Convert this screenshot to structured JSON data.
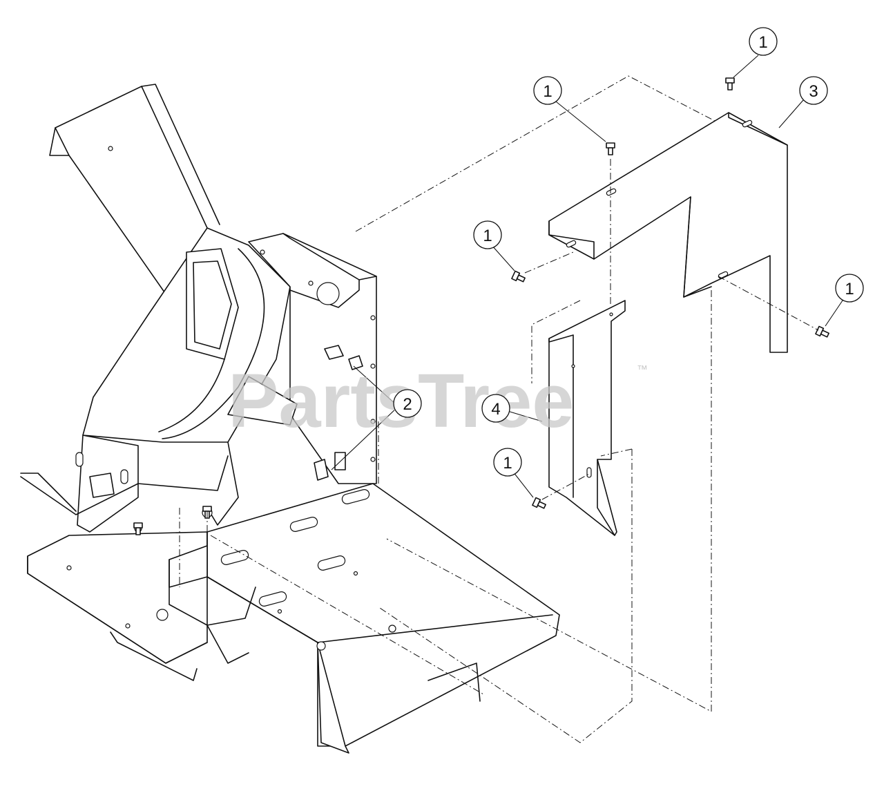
{
  "watermark": {
    "text": "PartsTree",
    "trademark": "™",
    "color": "#c8c8c8"
  },
  "callouts": [
    {
      "id": "c1",
      "label": "1"
    },
    {
      "id": "c2",
      "label": "1"
    },
    {
      "id": "c3",
      "label": "3"
    },
    {
      "id": "c4",
      "label": "1"
    },
    {
      "id": "c5",
      "label": "1"
    },
    {
      "id": "c6",
      "label": "2"
    },
    {
      "id": "c7",
      "label": "4"
    },
    {
      "id": "c8",
      "label": "1"
    }
  ],
  "parts": [
    "screw-part-1",
    "nut-part-2",
    "shield-part-3",
    "shield-part-4",
    "chute-frame-assembly",
    "base-plate"
  ]
}
